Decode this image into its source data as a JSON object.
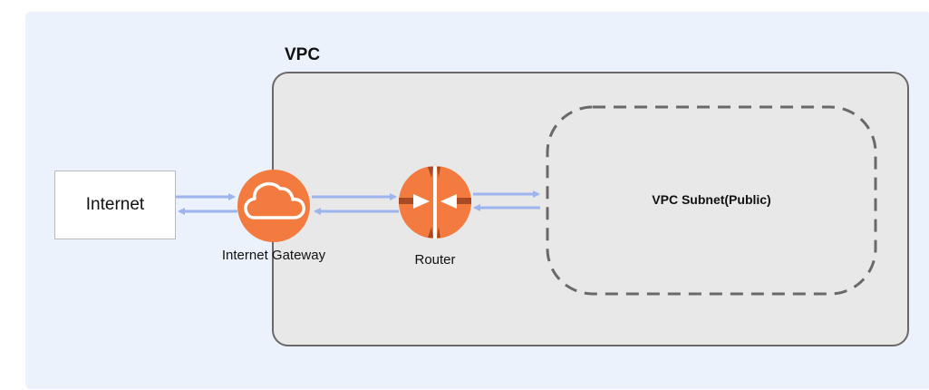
{
  "diagram": {
    "vpc_label": "VPC",
    "internet_label": "Internet",
    "gateway_label": "Internet Gateway",
    "router_label": "Router",
    "subnet_label": "VPC Subnet(Public)"
  },
  "icons": {
    "gateway": "cloud-icon",
    "router": "router-icon"
  },
  "colors": {
    "background": "#ecf2fc",
    "vpc_fill": "#e8e8e8",
    "vpc_border": "#6b6869",
    "node_orange": "#f47b3f",
    "router_dark": "#a84b24",
    "arrow_blue": "#9db4ee"
  }
}
